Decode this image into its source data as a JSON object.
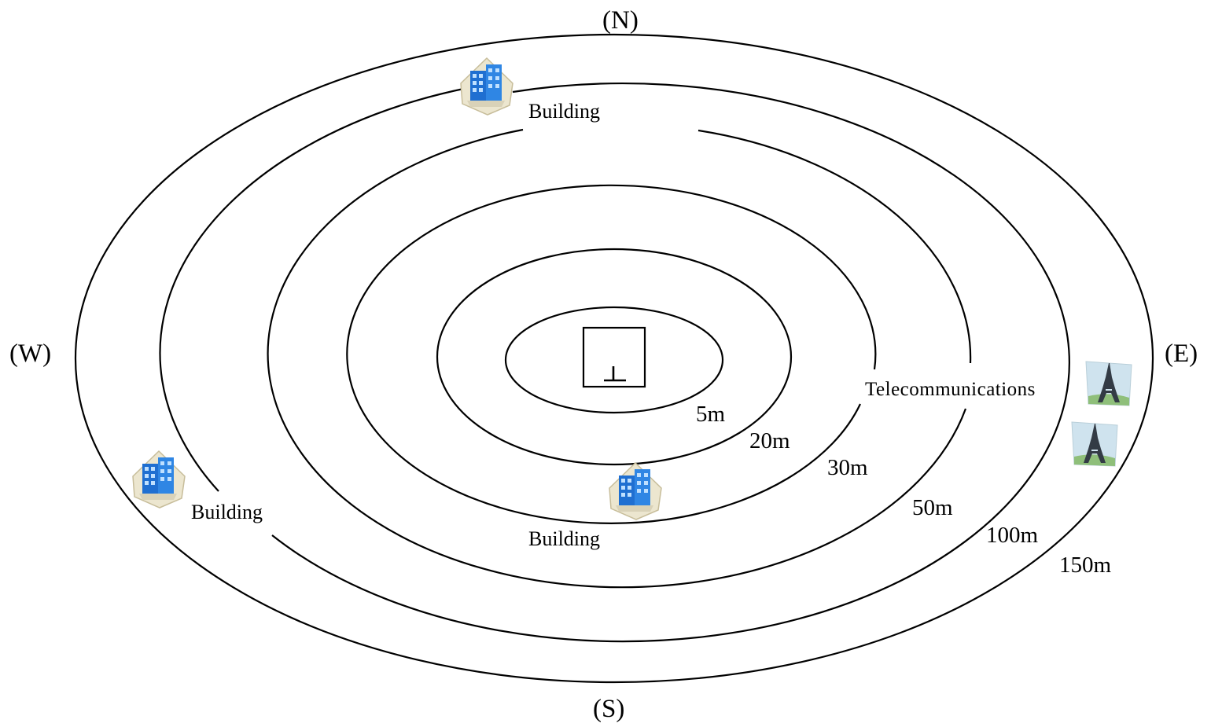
{
  "compass": {
    "north": "(N)",
    "south": "(S)",
    "west": "(W)",
    "east": "(E)"
  },
  "distance_rings": [
    "5m",
    "20m",
    "30m",
    "50m",
    "100m",
    "150m"
  ],
  "places": {
    "building_north": "Building",
    "building_west": "Building",
    "building_south": "Building",
    "telecommunications": "Telecommunications"
  },
  "icons": {
    "building": "office-building-icon",
    "tower": "eiffel-tower-icon"
  },
  "colors": {
    "ring_stroke": "#000000",
    "building_blue": "#1f6fd1",
    "tower_sky": "#cfe3ee",
    "tower_ground": "#8fbf7a"
  }
}
